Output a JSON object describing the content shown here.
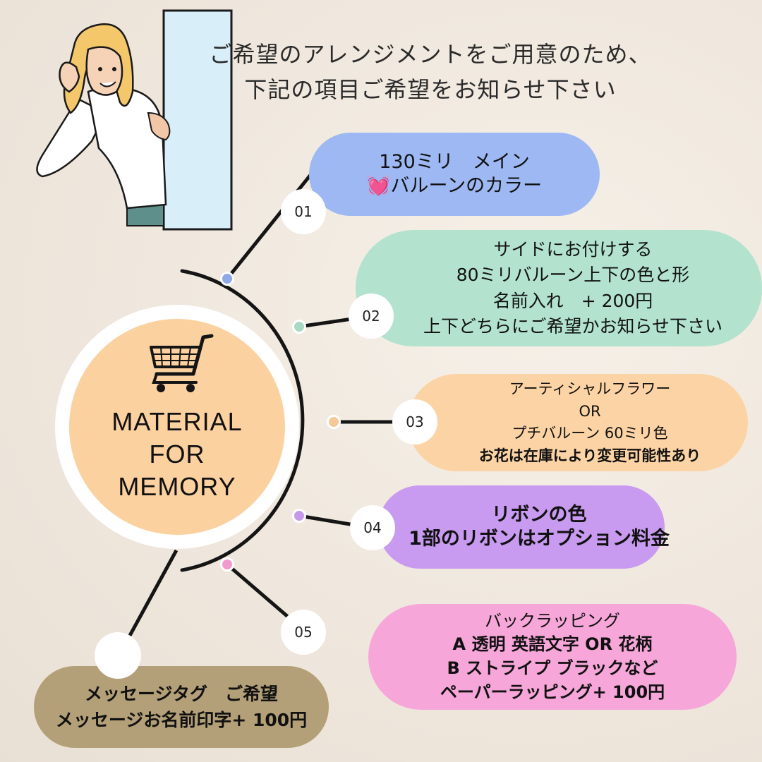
{
  "header": {
    "line1": "ご希望のアレンジメントをご用意のため、",
    "line2": "下記の項目ご希望をお知らせ下さい"
  },
  "center": {
    "lines": [
      "MATERIAL",
      "FOR",
      "MEMORY"
    ],
    "icon": "shopping-cart-icon"
  },
  "items": [
    {
      "number": "01",
      "lines": [
        "130ミリ　メイン",
        "💓バルーンのカラー"
      ],
      "color": "#9db8f2"
    },
    {
      "number": "02",
      "lines": [
        "サイドにお付けする",
        "80ミリバルーン上下の色と形",
        "名前入れ　+ 200円",
        "上下どちらにご希望かお知らせ下さい"
      ],
      "color": "#b3e3cf"
    },
    {
      "number": "03",
      "lines": [
        "アーティシャルフラワー",
        "OR",
        "プチバルーン 60ミリ色",
        "お花は在庫により変更可能性あり"
      ],
      "color": "#fcd3a4"
    },
    {
      "number": "04",
      "lines": [
        "リボンの色",
        "1部のリボンはオプション料金"
      ],
      "color": "#c89af0"
    },
    {
      "number": "05",
      "lines": [
        "バックラッピング",
        "A 透明 英語文字 OR 花柄",
        "B ストライプ ブラックなど",
        "ペーパーラッピング+ 100円"
      ],
      "color": "#f7a6d9"
    }
  ],
  "tag": {
    "lines": [
      "メッセージタグ　ご希望",
      "メッセージお名前印字+ 100円"
    ],
    "color": "#b4a078"
  },
  "colors": {
    "dot_01": "#8fa8e8",
    "dot_02": "#a9d9c4",
    "dot_03": "#f6c896",
    "dot_04": "#c49ae8",
    "dot_05": "#f29acb"
  }
}
